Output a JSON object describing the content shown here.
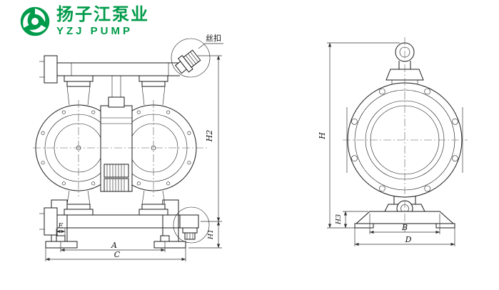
{
  "page": {
    "background": "#ffffff"
  },
  "logo": {
    "brand_cn": "扬子江泵业",
    "brand_en": "YZJ PUMP",
    "color": "#009b4a"
  },
  "drawing": {
    "line_color": "#1b1b1b",
    "front_view": {
      "labels": {
        "thread_callout": "丝扣",
        "height_total": "H2",
        "height_port": "H1",
        "foot_bolt_offset": "E",
        "bolt_span": "A",
        "overall_width": "C"
      }
    },
    "side_view": {
      "labels": {
        "height_overall": "H",
        "base_height": "H3",
        "base_inner_width": "B",
        "base_overall_depth": "D"
      }
    }
  }
}
